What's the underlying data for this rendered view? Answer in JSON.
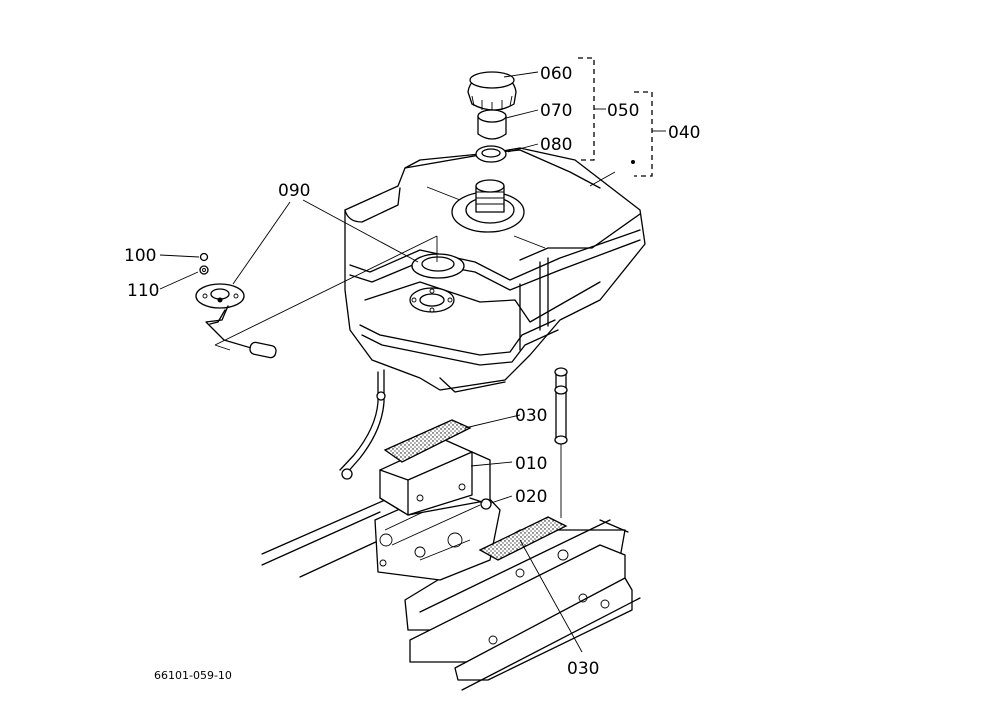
{
  "labels": {
    "p060": "060",
    "p070": "070",
    "p050": "050",
    "p080": "080",
    "p040": "040",
    "p090": "090",
    "p100": "100",
    "p110": "110",
    "p030_top": "030",
    "p010": "010",
    "p020": "020",
    "p030_bottom": "030"
  },
  "drawing_code": "66101-059-10"
}
